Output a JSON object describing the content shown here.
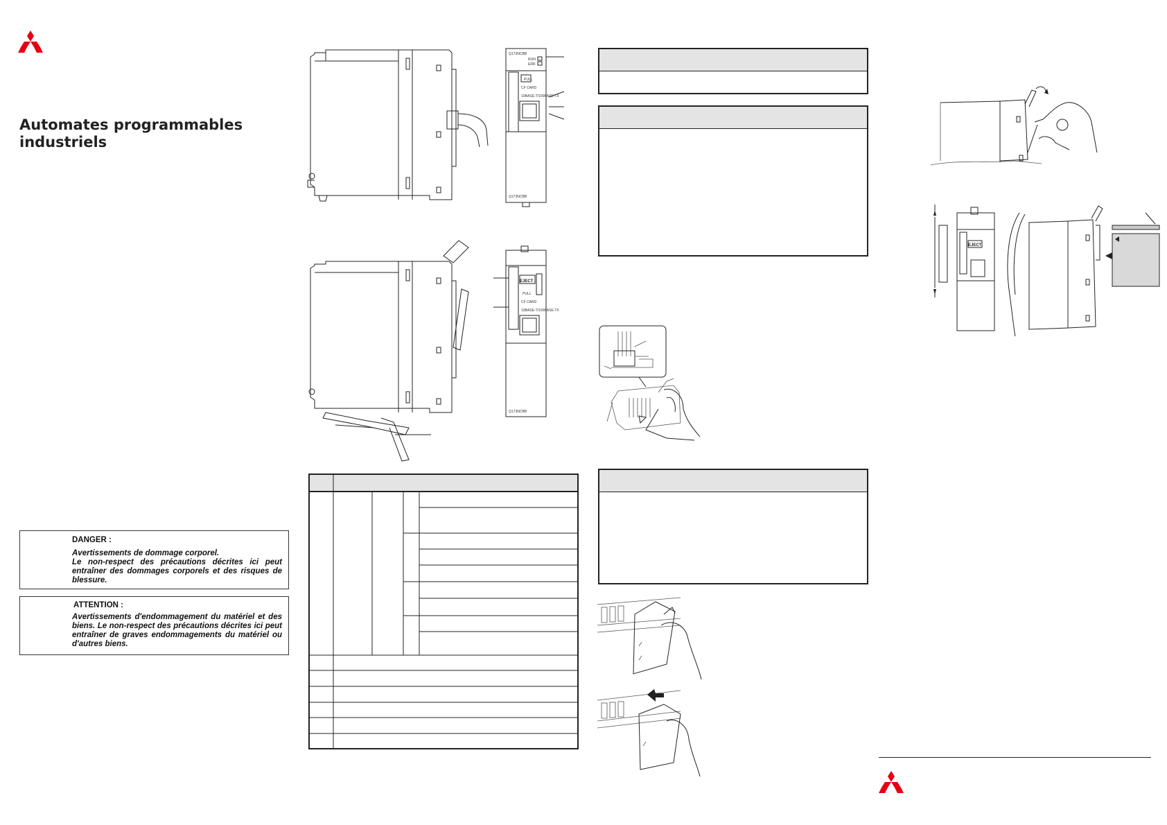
{
  "document": {
    "title": "Automates programmables industriels",
    "brand_color": "#e60012"
  },
  "warnings": {
    "danger": {
      "heading": "DANGER :",
      "lines": [
        "Avertissements de dommage corporel.",
        "Le non-respect des précautions décrites ici peut entraîner des dommages corporels et des risques de blessure."
      ]
    },
    "attention": {
      "heading": "ATTENTION :",
      "text": "Avertissements d'endommagement du matériel et des biens. Le non-respect des précautions décrites ici peut entraîner de graves endommagements du matériel ou d'autres biens."
    }
  },
  "module_front_labels": {
    "model": "Q173NCBB",
    "led_run": "RUN",
    "led_err": "ERR",
    "pull": "PULL",
    "cf_card": "CF CARD",
    "ethernet": "10BASE-T/100BASE-TX",
    "eject": "EJECT",
    "bottom_model": "Q173NCBB"
  },
  "icons": [
    "mitsubishi-logo-icon",
    "arrow-icon",
    "hand-illustration"
  ]
}
